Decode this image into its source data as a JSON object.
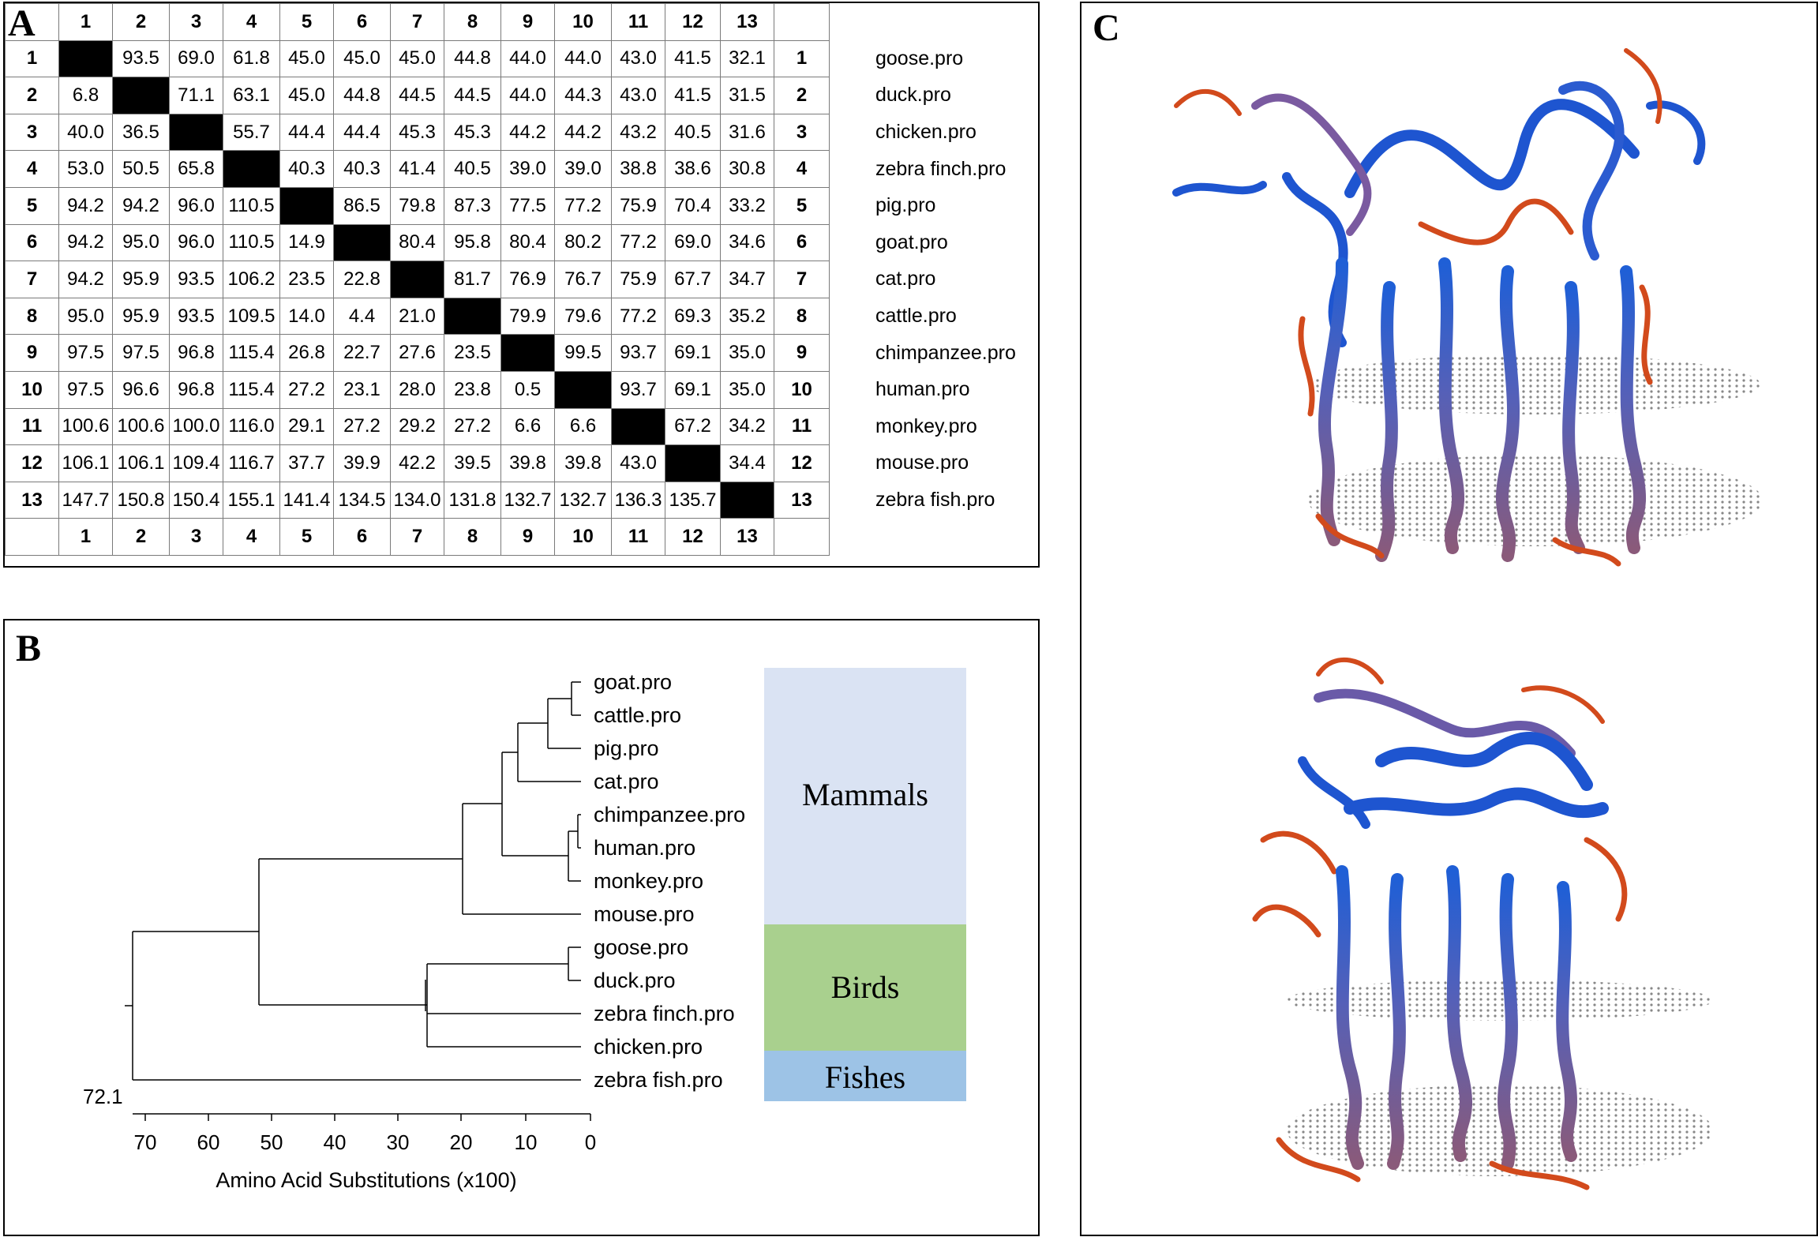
{
  "panelA": {
    "letter": "A",
    "col_headers": [
      "1",
      "2",
      "3",
      "4",
      "5",
      "6",
      "7",
      "8",
      "9",
      "10",
      "11",
      "12",
      "13"
    ],
    "rows": [
      {
        "num": "1",
        "name": "goose.pro",
        "cells": [
          "",
          "93.5",
          "69.0",
          "61.8",
          "45.0",
          "45.0",
          "45.0",
          "44.8",
          "44.0",
          "44.0",
          "43.0",
          "41.5",
          "32.1"
        ]
      },
      {
        "num": "2",
        "name": "duck.pro",
        "cells": [
          "6.8",
          "",
          "71.1",
          "63.1",
          "45.0",
          "44.8",
          "44.5",
          "44.5",
          "44.0",
          "44.3",
          "43.0",
          "41.5",
          "31.5"
        ]
      },
      {
        "num": "3",
        "name": "chicken.pro",
        "cells": [
          "40.0",
          "36.5",
          "",
          "55.7",
          "44.4",
          "44.4",
          "45.3",
          "45.3",
          "44.2",
          "44.2",
          "43.2",
          "40.5",
          "31.6"
        ]
      },
      {
        "num": "4",
        "name": "zebra finch.pro",
        "cells": [
          "53.0",
          "50.5",
          "65.8",
          "",
          "40.3",
          "40.3",
          "41.4",
          "40.5",
          "39.0",
          "39.0",
          "38.8",
          "38.6",
          "30.8"
        ]
      },
      {
        "num": "5",
        "name": "pig.pro",
        "cells": [
          "94.2",
          "94.2",
          "96.0",
          "110.5",
          "",
          "86.5",
          "79.8",
          "87.3",
          "77.5",
          "77.2",
          "75.9",
          "70.4",
          "33.2"
        ]
      },
      {
        "num": "6",
        "name": "goat.pro",
        "cells": [
          "94.2",
          "95.0",
          "96.0",
          "110.5",
          "14.9",
          "",
          "80.4",
          "95.8",
          "80.4",
          "80.2",
          "77.2",
          "69.0",
          "34.6"
        ]
      },
      {
        "num": "7",
        "name": "cat.pro",
        "cells": [
          "94.2",
          "95.9",
          "93.5",
          "106.2",
          "23.5",
          "22.8",
          "",
          "81.7",
          "76.9",
          "76.7",
          "75.9",
          "67.7",
          "34.7"
        ]
      },
      {
        "num": "8",
        "name": "cattle.pro",
        "cells": [
          "95.0",
          "95.9",
          "93.5",
          "109.5",
          "14.0",
          "4.4",
          "21.0",
          "",
          "79.9",
          "79.6",
          "77.2",
          "69.3",
          "35.2"
        ]
      },
      {
        "num": "9",
        "name": "chimpanzee.pro",
        "cells": [
          "97.5",
          "97.5",
          "96.8",
          "115.4",
          "26.8",
          "22.7",
          "27.6",
          "23.5",
          "",
          "99.5",
          "93.7",
          "69.1",
          "35.0"
        ]
      },
      {
        "num": "10",
        "name": "human.pro",
        "cells": [
          "97.5",
          "96.6",
          "96.8",
          "115.4",
          "27.2",
          "23.1",
          "28.0",
          "23.8",
          "0.5",
          "",
          "93.7",
          "69.1",
          "35.0"
        ]
      },
      {
        "num": "11",
        "name": "monkey.pro",
        "cells": [
          "100.6",
          "100.6",
          "100.0",
          "116.0",
          "29.1",
          "27.2",
          "29.2",
          "27.2",
          "6.6",
          "6.6",
          "",
          "67.2",
          "34.2"
        ]
      },
      {
        "num": "12",
        "name": "mouse.pro",
        "cells": [
          "106.1",
          "106.1",
          "109.4",
          "116.7",
          "37.7",
          "39.9",
          "42.2",
          "39.5",
          "39.8",
          "39.8",
          "43.0",
          "",
          "34.4"
        ]
      },
      {
        "num": "13",
        "name": "zebra fish.pro",
        "cells": [
          "147.7",
          "150.8",
          "150.4",
          "155.1",
          "141.4",
          "134.5",
          "134.0",
          "131.8",
          "132.7",
          "132.7",
          "136.3",
          "135.7",
          ""
        ]
      }
    ]
  },
  "panelB": {
    "letter": "B",
    "leaves": [
      "goat.pro",
      "cattle.pro",
      "pig.pro",
      "cat.pro",
      "chimpanzee.pro",
      "human.pro",
      "monkey.pro",
      "mouse.pro",
      "goose.pro",
      "duck.pro",
      "zebra finch.pro",
      "chicken.pro",
      "zebra fish.pro"
    ],
    "groups": [
      {
        "label": "Mammals",
        "color": "#dae3f3"
      },
      {
        "label": "Birds",
        "color": "#a9d08e"
      },
      {
        "label": "Fishes",
        "color": "#9dc3e6"
      }
    ],
    "root_value": "72.1",
    "axis_ticks": [
      "70",
      "60",
      "50",
      "40",
      "30",
      "20",
      "10",
      "0"
    ],
    "axis_label": "Amino Acid Substitutions (x100)"
  },
  "panelC": {
    "letter": "C"
  }
}
